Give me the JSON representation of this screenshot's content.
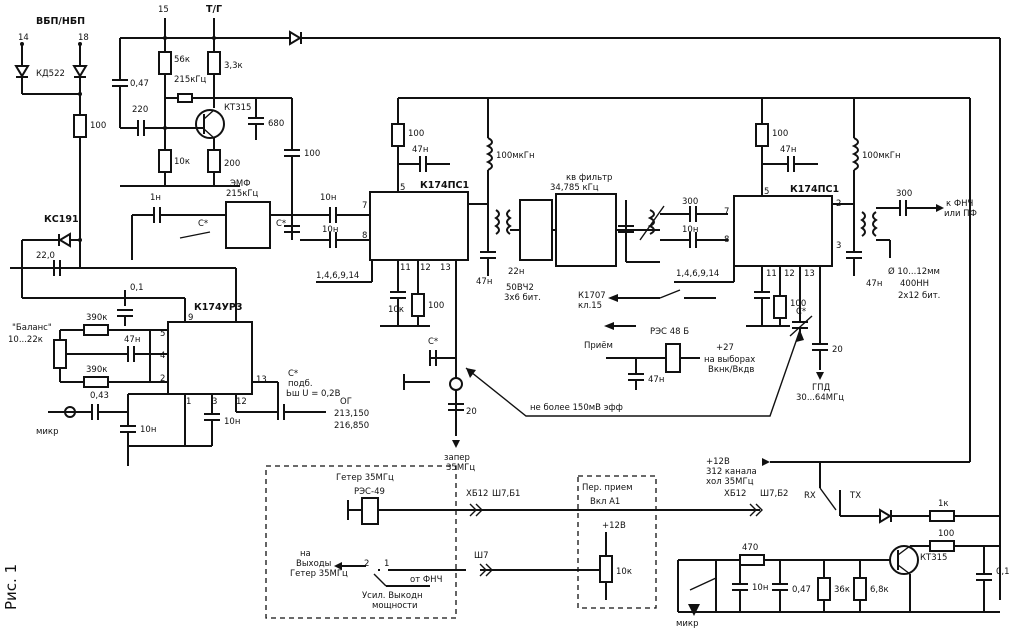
{
  "labels": {
    "vsp_nsp": "ВБП/НБП",
    "pin14": "14",
    "pin18": "18",
    "pin15": "15",
    "tlg": "Т/Г",
    "d_kd522": "КД522",
    "r100": "100",
    "c047": "0,47",
    "r56k": "56к",
    "xtal215": "215кГц",
    "r3_3k": "3,3к",
    "kt315_top": "КТ315",
    "c220": "220",
    "c680": "680",
    "r10k_top": "10к",
    "r200": "200",
    "c100": "100",
    "kc191": "КС191",
    "c22": "22,0",
    "c1n": "1н",
    "cstar": "С*",
    "emf": "ЭМФ",
    "emf_freq": "215кГц",
    "c10n_a": "10н",
    "c10n_b": "10н",
    "c01": "0,1",
    "ic_k174xa3": "К174УР3",
    "balans": "\"Баланс\"",
    "balans_range": "10...22к",
    "r390k_a": "390к",
    "r390k_b": "390к",
    "c47n_a": "47н",
    "c043": "0,43",
    "mikr": "микр",
    "c10n_low": "10н",
    "c10n_low2": "10н",
    "cstar_note1": "С*",
    "cstar_note2": "подб.",
    "cstar_note3": "Ьш U = 0,2В",
    "og": "ОГ",
    "og_f1": "213,150",
    "og_f2": "216,850",
    "pins_k174xa3": [
      "9",
      "5",
      "4",
      "2",
      "1",
      "3",
      "12",
      "13"
    ],
    "pins_k174ps1_a": [
      "5",
      "7",
      "8",
      "11",
      "12",
      "13"
    ],
    "pins_k174ps1_b": [
      "2",
      "3",
      "7",
      "8",
      "11",
      "12",
      "13",
      "5"
    ],
    "r100_mid": "100",
    "c47n_mid": "47н",
    "ic_k174ps1_a": "К174ПС1",
    "pins_common_a": "1,4,6,9,14",
    "r10k_mid": "10к",
    "r100_mid2": "100",
    "l100mkgn_a": "100мкГн",
    "c47n_ml": "47н",
    "c22n": "22н",
    "l2_note1": "50ВЧ2",
    "l2_note2": "3х6 бит.",
    "kv_filter": "кв фильтр",
    "kv_freq": "34,785 кГц",
    "c300_a": "300",
    "c10n_c": "10н",
    "pins_common_b": "1,4,6,9,14",
    "r100_right": "100",
    "c47n_right": "47н",
    "ic_k174ps1_b": "К174ПС1",
    "l100mkgn_b": "100мкГн",
    "c300_b": "300",
    "out_k_fnch": "к ФНЧ",
    "out_ili_pf": "или ПФ",
    "c47n_far": "47н",
    "core_note1": "Ø 10...12мм",
    "core_note2": "400НН",
    "core_note3": "2х12 бит.",
    "kt707": "К1707",
    "kt707_2": "кл.15",
    "rez48": "РЭС 48 Б",
    "plus27": "+27",
    "na_vyp1": "на выборах",
    "na_vyp2": "Вкнк/Вкдв",
    "priem": "Приём",
    "c47n_relay": "47н",
    "r100_r": "100",
    "cstar_r": "С*",
    "c20_r": "20",
    "gpd": "ГПД",
    "gpd_f": "30...64МГц",
    "c20_mid": "20",
    "zaper1": "запер",
    "zaper2": "35МГц",
    "ne_bolee": "не более 150мВ эфф",
    "plus12v": "+12В",
    "zr_12v": "312 канала",
    "zr_12v2": "хол 35МГц",
    "geter": "Гетер 35МГц",
    "rez49": "РЭС-49",
    "per_priem": "Пер. прием",
    "vkl_a1": "Вкл А1",
    "x512_a": "ХБ12",
    "w7_51": "Ш7,Б1",
    "x512_b": "ХБ12",
    "w7_52": "Ш7,Б2",
    "rx": "RX",
    "tx": "TX",
    "r1k": "1к",
    "r100_bot": "100",
    "kt315_bot": "КТ315",
    "c0_1_bot": "0,1",
    "plus12b": "+12В",
    "r10k_pot": "10к",
    "w7": "Ш7",
    "sw2": "2",
    "sw1": "1",
    "na_vyhod1": "на",
    "na_vyhod2": "Выходы",
    "na_vyhod3": "Гетер 35МГц",
    "ot_fnch": "от ФНЧ",
    "usil1": "Усил. Выкодн",
    "usil2": "мощности",
    "r470": "470",
    "c10n_bot": "10н",
    "c0_47_bot": "0,47",
    "r36k": "36к",
    "r6_8k": "6,8к",
    "mikr_bot": "микр",
    "fig": "Рис. 1"
  }
}
